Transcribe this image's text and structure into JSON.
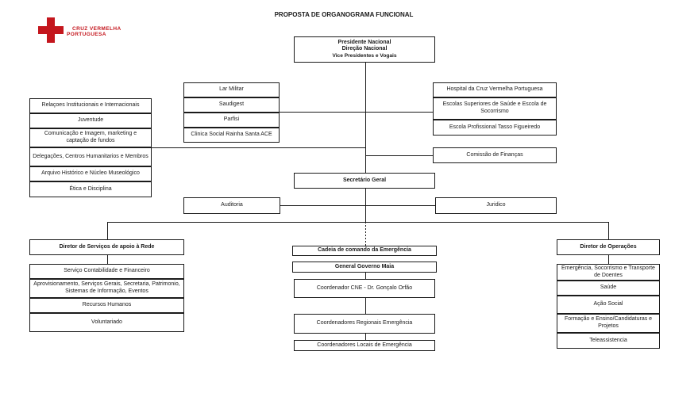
{
  "page": {
    "title": "PROPOSTA DE ORGANOGRAMA FUNCIONAL"
  },
  "logo": {
    "name": "Cruz Vermelha Portuguesa",
    "line1": "CRUZ VERMELHA",
    "line2": "PORTUGUESA",
    "red": "#c4161d"
  },
  "org": {
    "president": {
      "line1": "Presidente Nacional",
      "line2": "Direção Nacional",
      "line3": "Vice Presidentes e Vogais"
    },
    "left_units": [
      "Relaçoes Institucionais e Internacionais",
      "Juventude",
      "Comunicação e Imagem, marketing e captação de fundos",
      "Delegações, Centros Humanitarios e Membros",
      "Arquivo Histórico e Núcleo Museológico",
      "Ética e Disciplina"
    ],
    "mid_left_units": [
      "Lar Militar",
      "Saudigest",
      "Parfisi",
      "Clinica Social Rainha Santa ACE"
    ],
    "right_units": [
      "Hospital da Cruz Vermelha Portuguesa",
      "Escolas Superiores de Saúde e Escola de Socorrismo",
      "Escola Profissional Tasso Figueiredo"
    ],
    "finance_committee": "Comissão de Finanças",
    "secretary_general": "Secretário Geral",
    "audit": "Auditoria",
    "legal": "Juridico",
    "network_director": "Diretor de Serviços de apoio à Rede",
    "network_units": [
      "Serviço Contabilidade e Financeiro",
      "Aprovisionamento, Serviços Gerais, Secretaria, Patrimonio, Sistemas de Informação, Eventos",
      "Recursos Humanos",
      "Voluntariado"
    ],
    "emergency_chain": "Cadeia de comando da Emergência",
    "emergency_general": "General Governo Maia",
    "emergency_coordinator": "Coordenador CNE - Dr. Gonçalo Orfão",
    "emergency_regional": "Coordenadores Regionais Emergência",
    "emergency_local": "Coordenadores Locais de Emergência",
    "operations_director": "Diretor de Operações",
    "operations_units": [
      "Emergência, Socorrismo e Transporte de Doentes",
      "Saúde",
      "Ação Social",
      "Formação e Ensino/Candidaturas e Projetos",
      "Teleassistencia"
    ]
  }
}
